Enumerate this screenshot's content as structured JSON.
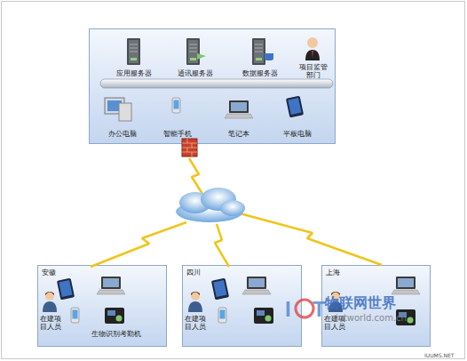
{
  "diagram": {
    "nodes": [
      {
        "text": [
          "应用服务器",
          "通讯服务器",
          "数据服务器",
          "项目监管部门",
          "办公电脑",
          "智能手机",
          "笔记本",
          "平板电脑"
        ]
      },
      {
        "text": [
          "安徽",
          "在建项目人员",
          "生物识别考勤机"
        ]
      },
      {
        "text": [
          "四川",
          "在建项目人员"
        ]
      },
      {
        "text": [
          "上海",
          "在建项目人员"
        ]
      }
    ],
    "labels": [
      "物联网世界",
      "iotworld.com.cn",
      "IUUMS.NET"
    ]
  }
}
